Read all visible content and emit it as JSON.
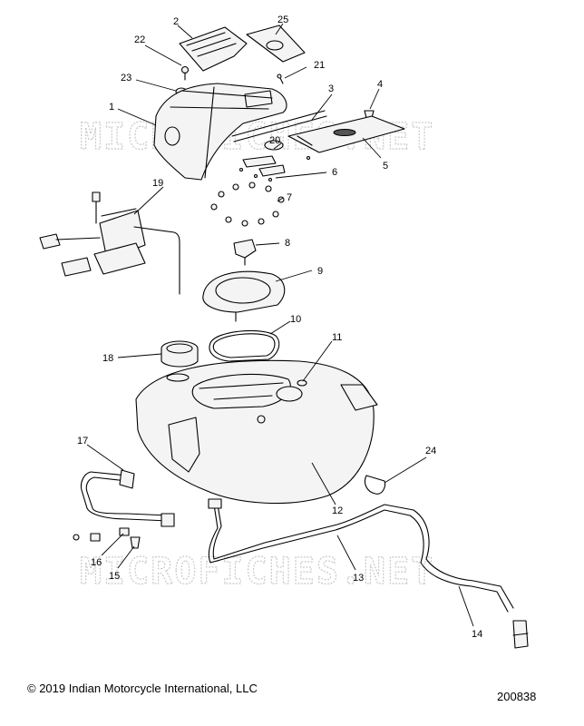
{
  "watermarks": [
    "MICROFICHES.NET",
    "MICROFICHES.NET"
  ],
  "callouts": {
    "c1": "1",
    "c2": "2",
    "c3": "3",
    "c4": "4",
    "c5": "5",
    "c6": "6",
    "c7": "7",
    "c8": "8",
    "c9": "9",
    "c10": "10",
    "c11": "11",
    "c12": "12",
    "c13": "13",
    "c14": "14",
    "c15": "15",
    "c16": "16",
    "c17": "17",
    "c18": "18",
    "c19": "19",
    "c20": "20",
    "c21": "21",
    "c22": "22",
    "c23": "23",
    "c24": "24",
    "c25": "25"
  },
  "copyright": "© 2019 Indian Motorcycle International, LLC",
  "drawing_number": "200838"
}
